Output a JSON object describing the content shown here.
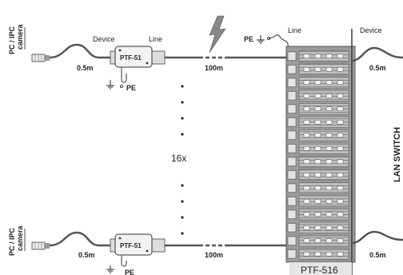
{
  "left_labels": {
    "top": [
      "PC / IPC",
      "camera"
    ],
    "bottom": [
      "PC / IPC",
      "camera"
    ]
  },
  "top_row": {
    "device_label": "Device",
    "line_label": "Line",
    "patch_cable_length": "0.5m",
    "protector_label": "PTF-51",
    "pe_label": "PE",
    "cable_length": "100m"
  },
  "bottom_row": {
    "patch_cable_length": "0.5m",
    "protector_label": "PTF-51",
    "pe_label": "PE",
    "cable_length": "100m"
  },
  "count_label": "16x",
  "panel": {
    "line_label": "Line",
    "device_label": "Device",
    "pe_label": "PE",
    "model_label": "PTF-516",
    "channels": 16
  },
  "switch": {
    "label": "LAN SWITCH",
    "patch_top": "0.5m",
    "patch_bottom": "0.5m"
  },
  "colors": {
    "line": "#555555",
    "panel": "#9a9a9a",
    "dark": "#333333"
  },
  "icons": [
    "lightning-icon",
    "ground-icon",
    "rj45-plug-icon"
  ]
}
